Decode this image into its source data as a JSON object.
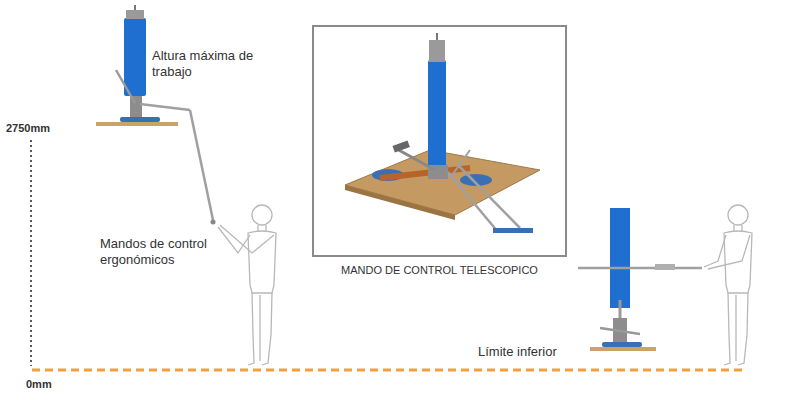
{
  "diagram": {
    "nodes": [
      {
        "text": [
          "MANDO DE CONTROL TELESCOPICO"
        ]
      }
    ],
    "labels": [
      "Altura máxima de trabajo",
      "2750mm",
      "Mandos de control ergonómicos",
      "Límite inferior",
      "0mm"
    ]
  }
}
